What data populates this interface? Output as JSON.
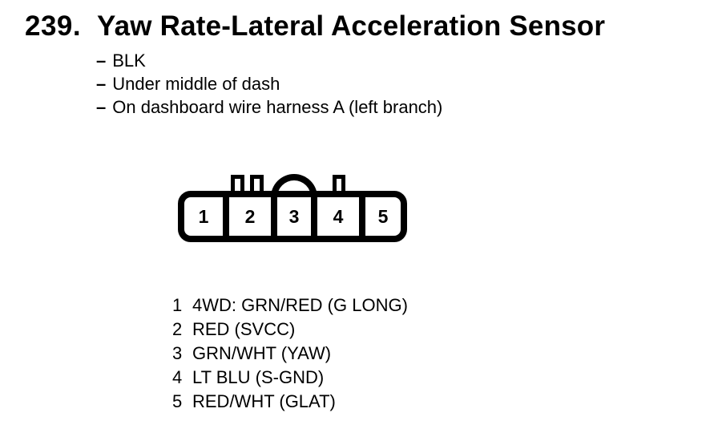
{
  "page": {
    "number": "239.",
    "title": "Yaw Rate-Lateral Acceleration Sensor"
  },
  "notes": {
    "dash": "–",
    "items": [
      "BLK",
      "Under middle of dash",
      "On dashboard wire harness A (left branch)"
    ]
  },
  "connector": {
    "pins": [
      "1",
      "2",
      "3",
      "4",
      "5"
    ]
  },
  "pin_table": {
    "rows": [
      {
        "pin": "1",
        "wire": "4WD: GRN/RED (G LONG)"
      },
      {
        "pin": "2",
        "wire": "RED (SVCC)"
      },
      {
        "pin": "3",
        "wire": "GRN/WHT (YAW)"
      },
      {
        "pin": "4",
        "wire": "LT BLU (S-GND)"
      },
      {
        "pin": "5",
        "wire": "RED/WHT (GLAT)"
      }
    ]
  },
  "colors": {
    "ink": "#000000",
    "background": "#ffffff"
  }
}
